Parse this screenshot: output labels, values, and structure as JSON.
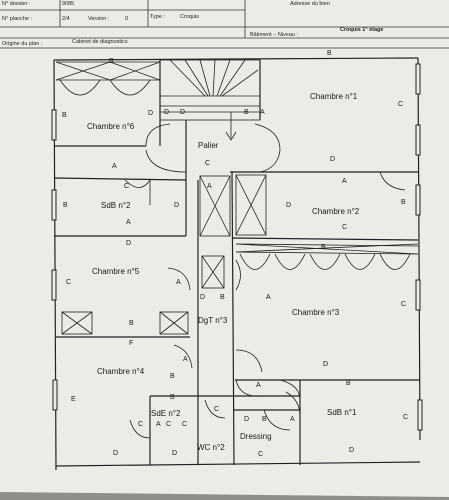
{
  "header": {
    "dossier_label": "N° dossier :",
    "dossier_value": "9085",
    "planche_label": "N° planche :",
    "planche_value": "2/4",
    "version_label": "Version :",
    "version_value": "0",
    "type_label": "Type :",
    "type_value": "Croquis",
    "origine_label": "Origine du plan :",
    "origine_value": "Cabinet de diagnostics",
    "batiment_label": "Bâtiment – Niveau :",
    "batiment_value": "Croquis 1° étage",
    "top_right_text": "Adresse du bien"
  },
  "rooms": {
    "chambre1": "Chambre n°1",
    "chambre2": "Chambre n°2",
    "chambre3": "Chambre n°3",
    "chambre4": "Chambre n°4",
    "chambre5": "Chambre n°5",
    "chambre6": "Chambre n°6",
    "sdb1": "SdB n°1",
    "sdb2_left": "SdB n°2",
    "sde2": "SdE n°2",
    "palier": "Palier",
    "dgt3": "DgT n°3",
    "wc2": "WC n°2",
    "dressing": "Dressing"
  },
  "wall_letters": {
    "A": "A",
    "B": "B",
    "C": "C",
    "D": "D",
    "E": "E",
    "F": "F"
  },
  "colors": {
    "paper": "#ecebe6",
    "ink": "#222222",
    "background": "#8f8f8a"
  }
}
